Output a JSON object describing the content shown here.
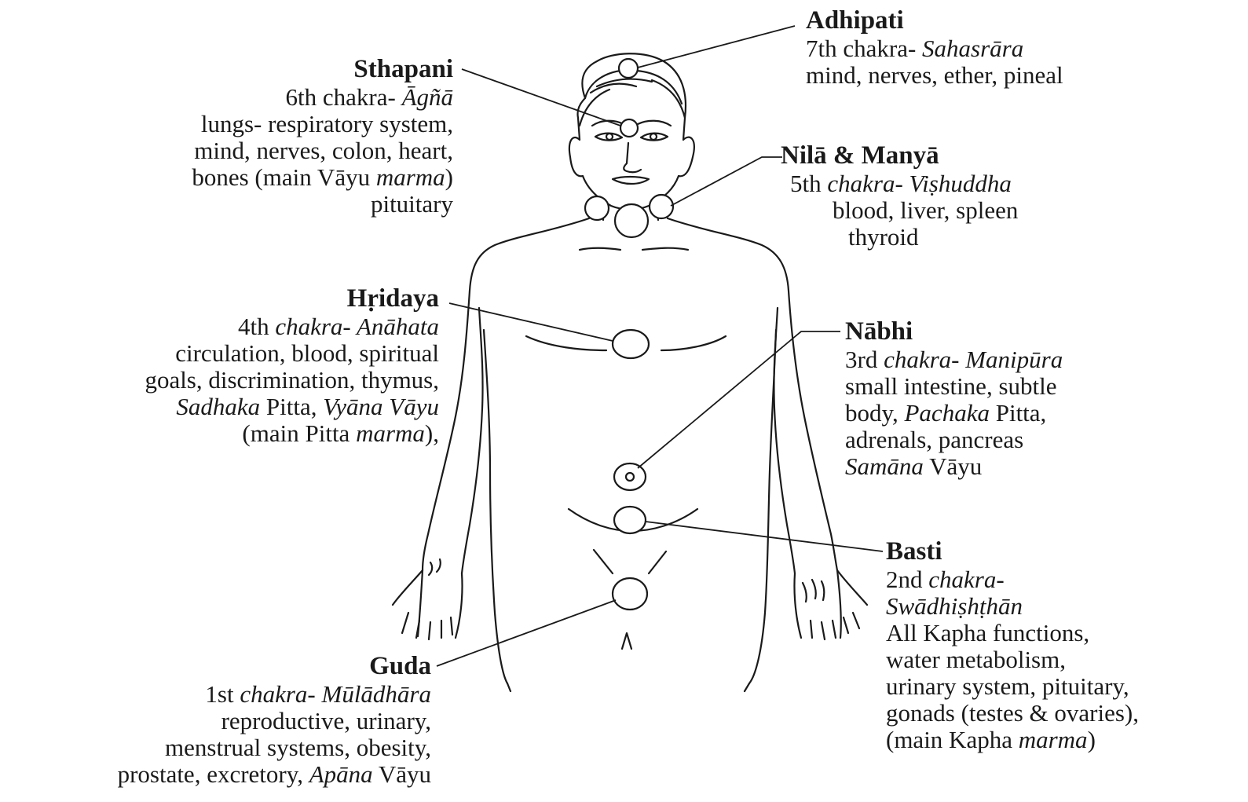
{
  "marma_points": [
    {
      "id": "adhipati",
      "title": "Adhipati",
      "lines": [
        [
          {
            "t": "7th chakra- "
          },
          {
            "t": "Sahasrāra",
            "i": true
          }
        ],
        [
          {
            "t": "mind, nerves, ether, pineal"
          }
        ]
      ]
    },
    {
      "id": "sthapani",
      "title": "Sthapani",
      "lines": [
        [
          {
            "t": "6th chakra- "
          },
          {
            "t": "Āgñā",
            "i": true
          }
        ],
        [
          {
            "t": "lungs- respiratory system,"
          }
        ],
        [
          {
            "t": "mind, nerves, colon, heart,"
          }
        ],
        [
          {
            "t": "bones (main Vāyu "
          },
          {
            "t": "marma",
            "i": true
          },
          {
            "t": ")"
          }
        ],
        [
          {
            "t": "pituitary"
          }
        ]
      ]
    },
    {
      "id": "nila-manya",
      "title": "Nilā & Manyā",
      "lines": [
        [
          {
            "t": "5th "
          },
          {
            "t": "chakra- Viṣhuddha",
            "i": true
          }
        ],
        [
          {
            "t": "blood, liver, spleen"
          }
        ],
        [
          {
            "t": "thyroid"
          }
        ]
      ]
    },
    {
      "id": "hridaya",
      "title": "Hṛidaya",
      "lines": [
        [
          {
            "t": "4th "
          },
          {
            "t": "chakra- Anāhata",
            "i": true
          }
        ],
        [
          {
            "t": "circulation, blood, spiritual"
          }
        ],
        [
          {
            "t": "goals, discrimination, thymus,"
          }
        ],
        [
          {
            "t": "Sadhaka",
            "i": true
          },
          {
            "t": " Pitta, "
          },
          {
            "t": "Vyāna Vāyu",
            "i": true
          }
        ],
        [
          {
            "t": "(main Pitta "
          },
          {
            "t": "marma",
            "i": true
          },
          {
            "t": "),"
          }
        ]
      ]
    },
    {
      "id": "nabhi",
      "title": "Nābhi",
      "lines": [
        [
          {
            "t": "3rd "
          },
          {
            "t": "chakra- Manipūra",
            "i": true
          }
        ],
        [
          {
            "t": "small intestine, subtle"
          }
        ],
        [
          {
            "t": "body, "
          },
          {
            "t": "Pachaka",
            "i": true
          },
          {
            "t": " Pitta,"
          }
        ],
        [
          {
            "t": "adrenals, pancreas"
          }
        ],
        [
          {
            "t": "Samāna",
            "i": true
          },
          {
            "t": " Vāyu"
          }
        ]
      ]
    },
    {
      "id": "basti",
      "title": "Basti",
      "lines": [
        [
          {
            "t": "2nd "
          },
          {
            "t": "chakra-",
            "i": true
          }
        ],
        [
          {
            "t": "Swādhiṣhṭhān",
            "i": true
          }
        ],
        [
          {
            "t": "All Kapha functions,"
          }
        ],
        [
          {
            "t": "water metabolism,"
          }
        ],
        [
          {
            "t": "urinary system, pituitary,"
          }
        ],
        [
          {
            "t": "gonads (testes & ovaries),"
          }
        ],
        [
          {
            "t": "(main Kapha   "
          },
          {
            "t": "marma",
            "i": true
          },
          {
            "t": ")"
          }
        ]
      ]
    },
    {
      "id": "guda",
      "title": "Guda",
      "lines": [
        [
          {
            "t": "1st "
          },
          {
            "t": "chakra- Mūlādhāra",
            "i": true
          }
        ],
        [
          {
            "t": "reproductive, urinary,"
          }
        ],
        [
          {
            "t": "menstrual systems, obesity,"
          }
        ],
        [
          {
            "t": "prostate, excretory, "
          },
          {
            "t": "Apāna",
            "i": true
          },
          {
            "t": " Vāyu"
          }
        ]
      ]
    }
  ]
}
